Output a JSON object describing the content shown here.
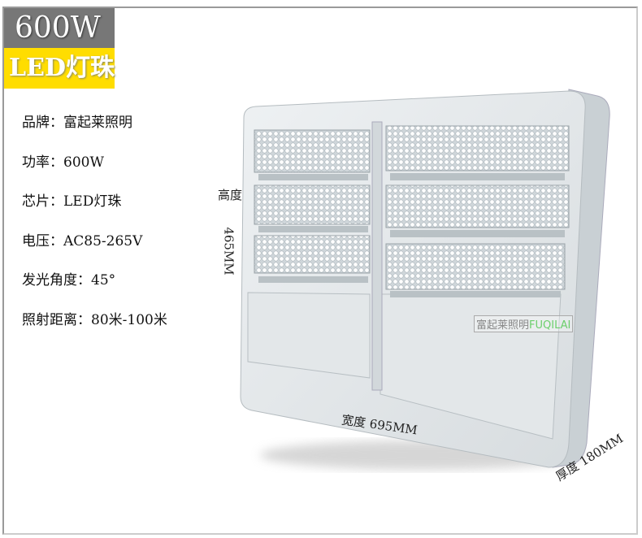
{
  "badges": {
    "power": "600W",
    "chip": "LED灯珠"
  },
  "specs": [
    "品牌：富起莱照明",
    "功率：600W",
    "芯片：LED灯珠",
    "电压：AC85-265V",
    "发光角度：45°",
    "照射距离：80米-100米"
  ],
  "dimensions": {
    "height_label": "高度",
    "height_value": "465MM",
    "width": "宽度 695MM",
    "thickness": "厚度 180MM"
  },
  "watermark": {
    "cn": "富起莱照明",
    "en": "FUQILAI"
  }
}
